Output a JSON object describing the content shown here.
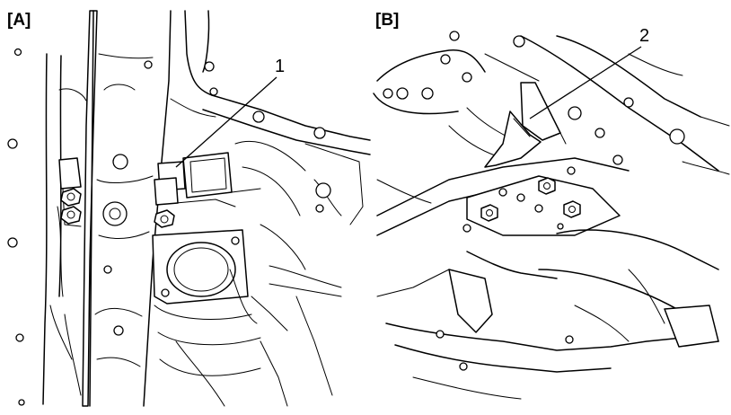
{
  "panels": [
    {
      "id": "A",
      "label": "[A]"
    },
    {
      "id": "B",
      "label": "[B]"
    }
  ],
  "callouts": [
    {
      "number": "1",
      "panel": "A"
    },
    {
      "number": "2",
      "panel": "B"
    }
  ]
}
